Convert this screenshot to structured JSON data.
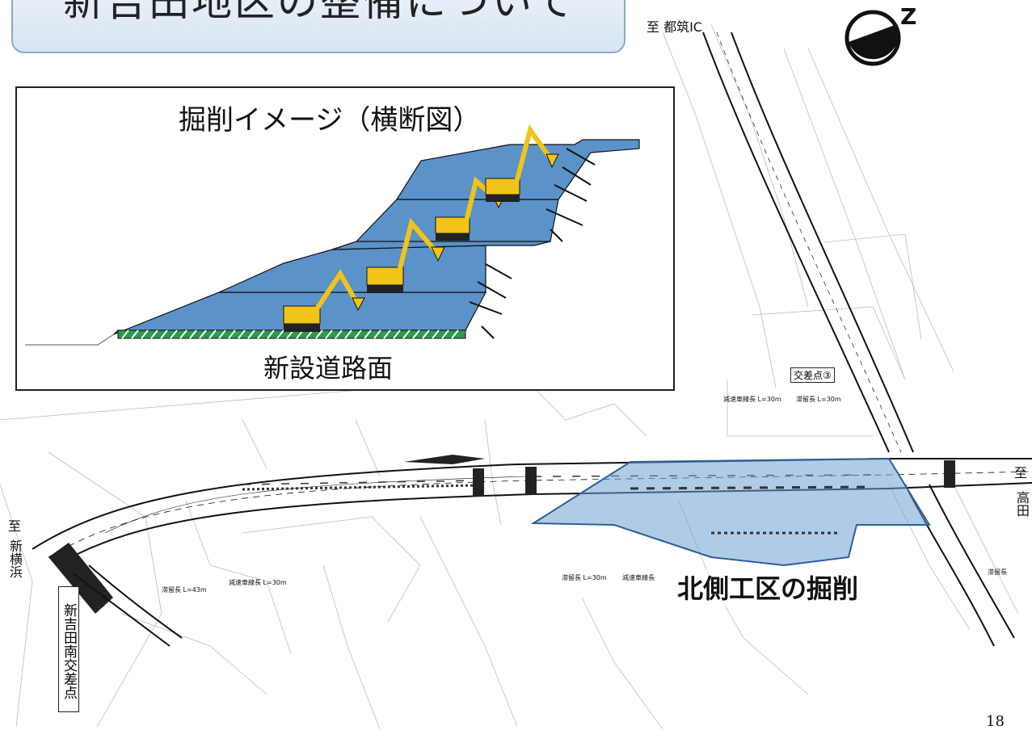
{
  "header": {
    "title": "新吉田地区の整備について"
  },
  "map": {
    "direction_tsuzuki": "至 都筑IC",
    "direction_left_to": "至",
    "direction_left_place": "新横浜",
    "direction_right_to": "至",
    "direction_right_place": "高田",
    "north_label": "Z",
    "intersection_label": "交差点③",
    "road_name": "新吉田南交差点",
    "excavation_label": "北側工区の掘削",
    "small_labels": {
      "decel_30_top": "減速車線長 L=30m",
      "storage_30_top": "滞留長 L=30m",
      "storage_43": "滞留長 L=43m",
      "decel_30_left": "減速車線長 L=30m",
      "storage_30_mid": "滞留長 L=30m",
      "decel_mid": "減速車線長",
      "storage_right": "滞留長"
    }
  },
  "inset": {
    "title": "掘削イメージ（横断図）",
    "caption": "新設道路面"
  },
  "page_number": "18",
  "colors": {
    "excavation_fill": "#5b92c9",
    "overlay_fill": "#6fa0d0",
    "excavator_yellow": "#f2c318",
    "road_surface_stripe": "#2e9a4a"
  }
}
